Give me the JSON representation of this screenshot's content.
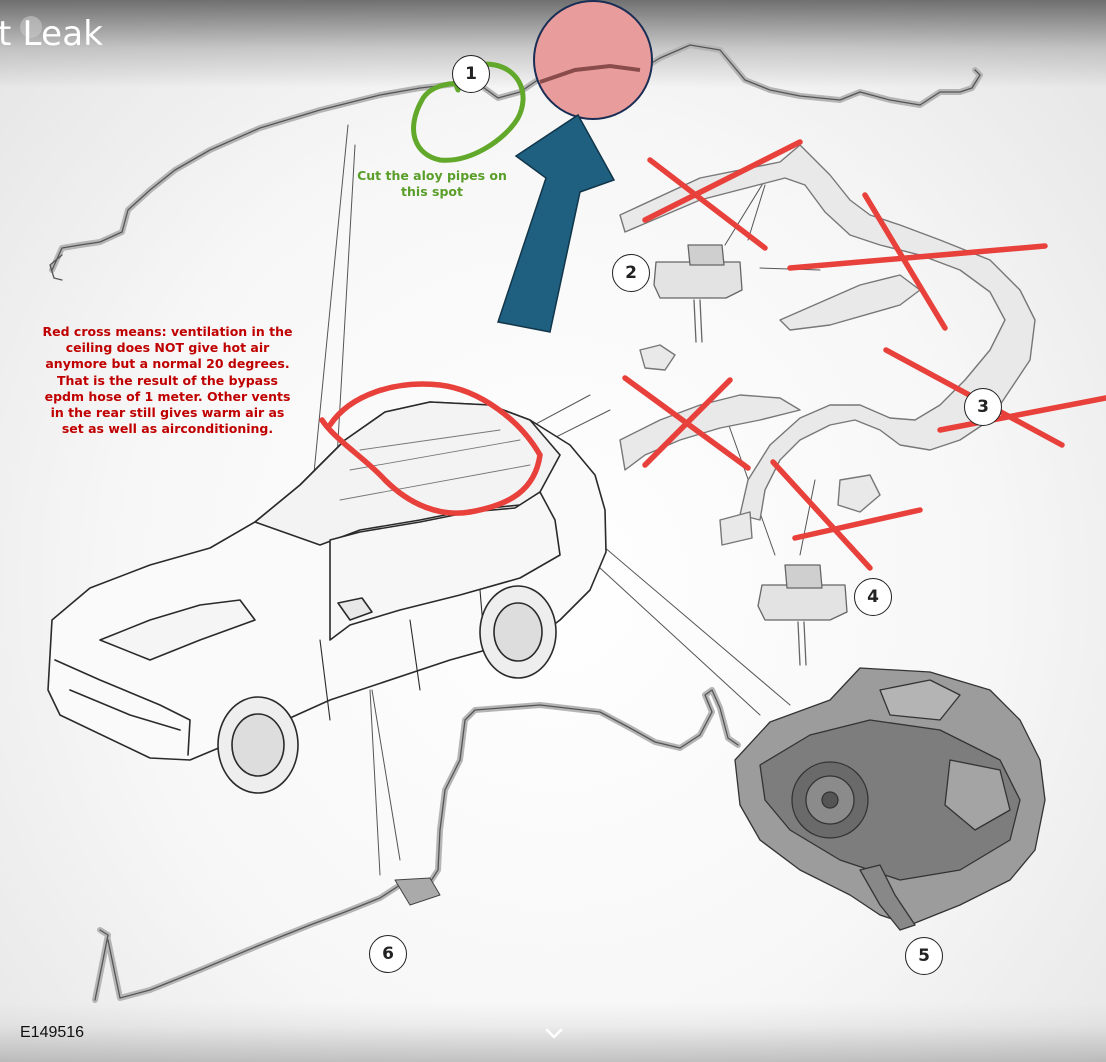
{
  "video_title": "t Leak",
  "diagram_ref": "E149516",
  "annotations": {
    "green_note": "Cut the aloy pipes on this spot",
    "red_note": "Red cross means: ventilation in the ceiling does NOT give hot air anymore but a normal 20 degrees. That is the result of the bypass epdm hose of 1 meter. Other vents in the rear still gives warm air as set as well as airconditioning."
  },
  "callouts": [
    "1",
    "2",
    "3",
    "4",
    "5",
    "6"
  ],
  "colors": {
    "red_marker": "#e8403a",
    "green_marker": "#62a82a",
    "arrow_blue": "#1f5f80",
    "highlight_fill": "#e99c9c"
  },
  "icons": {
    "scroll": "chevron-down-icon"
  }
}
